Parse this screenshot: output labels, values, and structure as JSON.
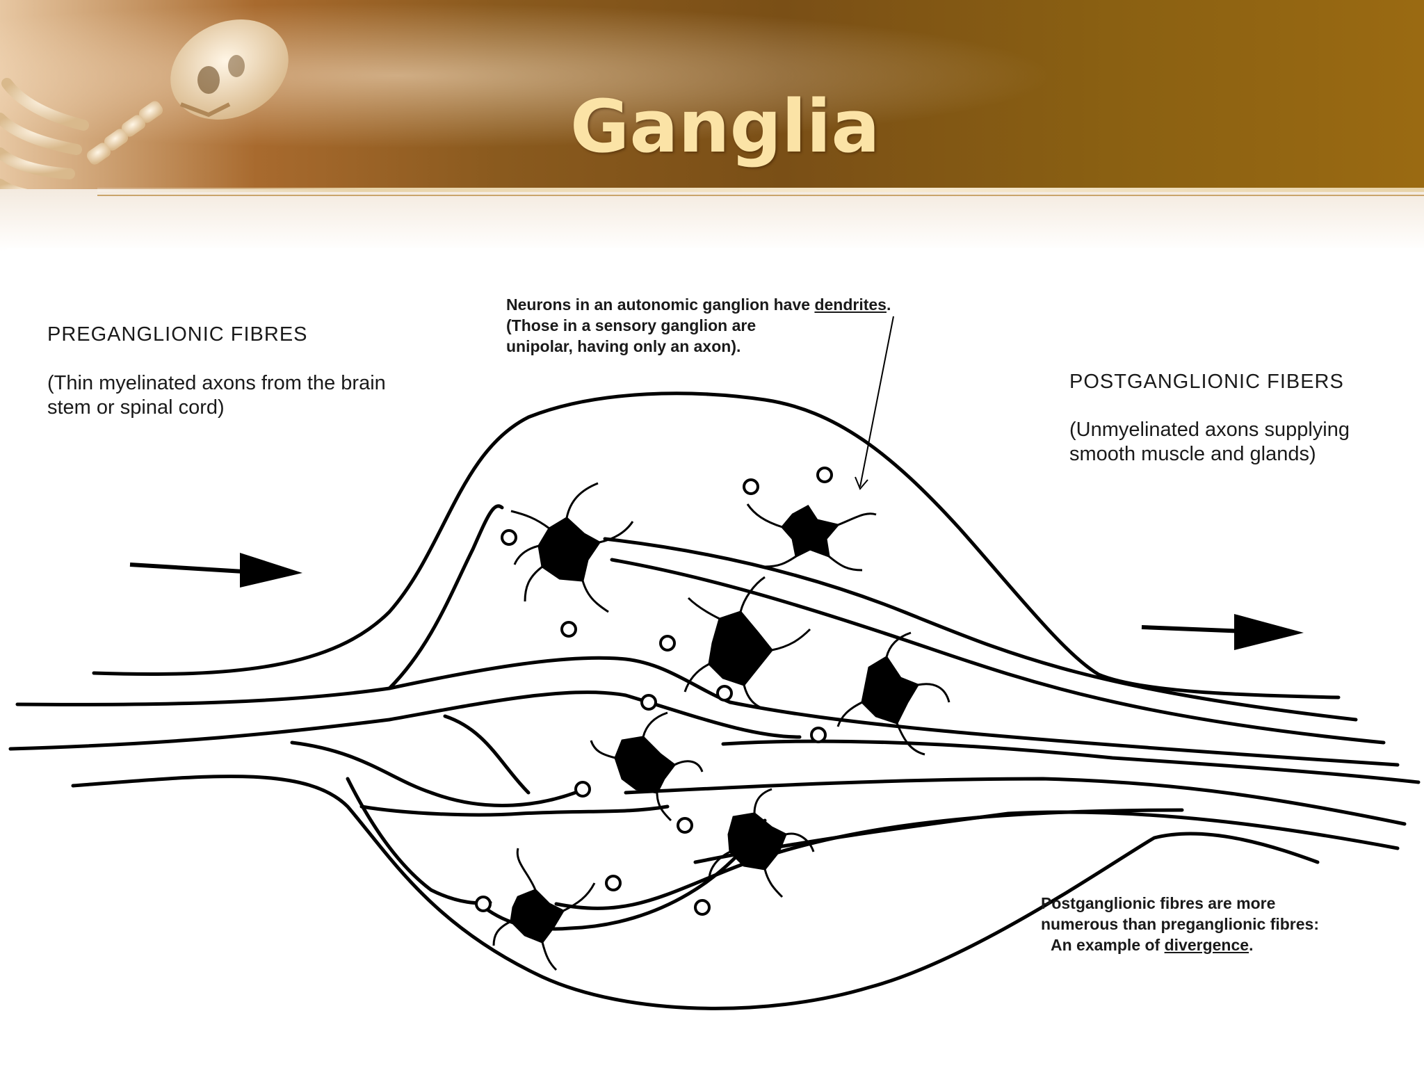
{
  "slide": {
    "title": "Ganglia"
  },
  "diagram": {
    "preganglionic_heading": "PREGANGLIONIC  FIBRES",
    "preganglionic_desc": "(Thin myelinated axons from the brain\nstem or spinal cord)",
    "neuron_note_line1_pre": "Neurons in an autonomic ganglion have ",
    "neuron_note_line1_term": "dendrites",
    "neuron_note_line1_post": ".",
    "neuron_note_rest": "(Those in a sensory ganglion are\nunipolar, having only an axon).",
    "postganglionic_heading": "POSTGANGLIONIC  FIBERS",
    "postganglionic_desc": "(Unmyelinated axons supplying\nsmooth muscle and glands)",
    "divergence_note_main": "Postganglionic fibres are more\nnumerous than preganglionic fibres:",
    "divergence_note_pre": "An example of  ",
    "divergence_note_term": "divergence",
    "divergence_note_post": ".",
    "input_arrow_icon": "arrow-right-icon",
    "output_arrow_icon": "arrow-right-icon"
  },
  "colors": {
    "header_title": "#fbe3a6",
    "ink": "#000000"
  }
}
